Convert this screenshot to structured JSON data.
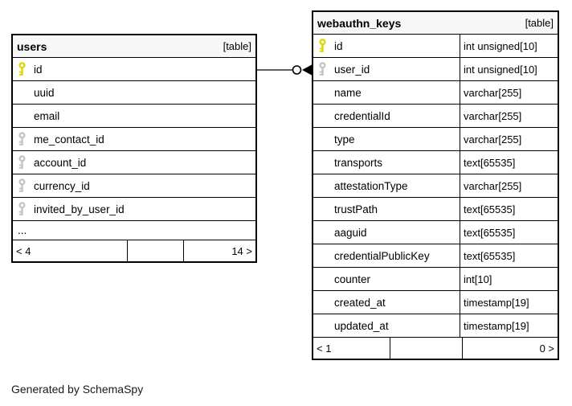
{
  "diagram": {
    "generated_by": "Generated by SchemaSpy",
    "colors": {
      "primary_key": "#d8d800",
      "foreign_key": "#c3c3c3",
      "header_bg": "#f7f7f7",
      "border": "#000000"
    },
    "relationship": {
      "from": "users.id",
      "to": "webauthn_keys.user_id",
      "marker": "open-circle-solid-arrow"
    },
    "tables": [
      {
        "name": "users",
        "tag": "[table]",
        "columns": [
          {
            "name": "id",
            "key": "primary"
          },
          {
            "name": "uuid",
            "key": "none"
          },
          {
            "name": "email",
            "key": "none"
          },
          {
            "name": "me_contact_id",
            "key": "foreign"
          },
          {
            "name": "account_id",
            "key": "foreign"
          },
          {
            "name": "currency_id",
            "key": "foreign"
          },
          {
            "name": "invited_by_user_id",
            "key": "foreign"
          },
          {
            "name": "...",
            "key": "ellipsis"
          }
        ],
        "footer": {
          "left": "< 4",
          "middle": "",
          "right": "14 >"
        }
      },
      {
        "name": "webauthn_keys",
        "tag": "[table]",
        "columns": [
          {
            "name": "id",
            "key": "primary",
            "type": "int unsigned[10]"
          },
          {
            "name": "user_id",
            "key": "foreign",
            "type": "int unsigned[10]"
          },
          {
            "name": "name",
            "key": "none",
            "type": "varchar[255]"
          },
          {
            "name": "credentialId",
            "key": "none",
            "type": "varchar[255]"
          },
          {
            "name": "type",
            "key": "none",
            "type": "varchar[255]"
          },
          {
            "name": "transports",
            "key": "none",
            "type": "text[65535]"
          },
          {
            "name": "attestationType",
            "key": "none",
            "type": "varchar[255]"
          },
          {
            "name": "trustPath",
            "key": "none",
            "type": "text[65535]"
          },
          {
            "name": "aaguid",
            "key": "none",
            "type": "text[65535]"
          },
          {
            "name": "credentialPublicKey",
            "key": "none",
            "type": "text[65535]"
          },
          {
            "name": "counter",
            "key": "none",
            "type": "int[10]"
          },
          {
            "name": "created_at",
            "key": "none",
            "type": "timestamp[19]"
          },
          {
            "name": "updated_at",
            "key": "none",
            "type": "timestamp[19]"
          }
        ],
        "footer": {
          "left": "< 1",
          "middle": "",
          "right": "0 >"
        }
      }
    ]
  }
}
